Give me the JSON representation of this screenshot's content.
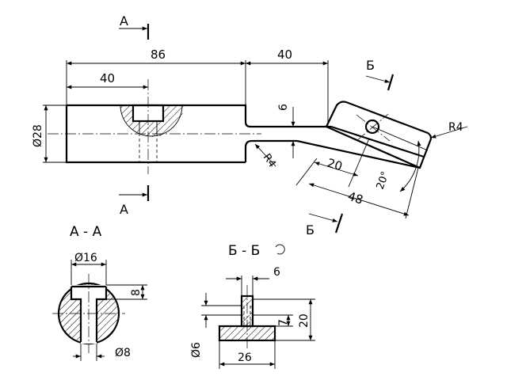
{
  "section_labels": {
    "a_top": "А",
    "a_bottom": "А",
    "b_top": "Б",
    "b_bottom": "Б",
    "section_aa": "А - А",
    "section_bb": "Б - Б"
  },
  "dimensions": {
    "length_86": "86",
    "length_40_top": "40",
    "length_40_left": "40",
    "thickness_6": "6",
    "diameter_28": "Ø28",
    "radius_r4_bend": "R4",
    "radius_r4_end": "R4",
    "length_20": "20",
    "angle_20": "20°",
    "length_48": "48",
    "aa_diameter_16": "Ø16",
    "aa_depth_8": "8",
    "aa_diameter_8": "Ø8",
    "bb_width_6": "6",
    "bb_height_7": "7",
    "bb_height_20": "20",
    "bb_diameter_6": "Ø6",
    "bb_width_26": "26"
  }
}
